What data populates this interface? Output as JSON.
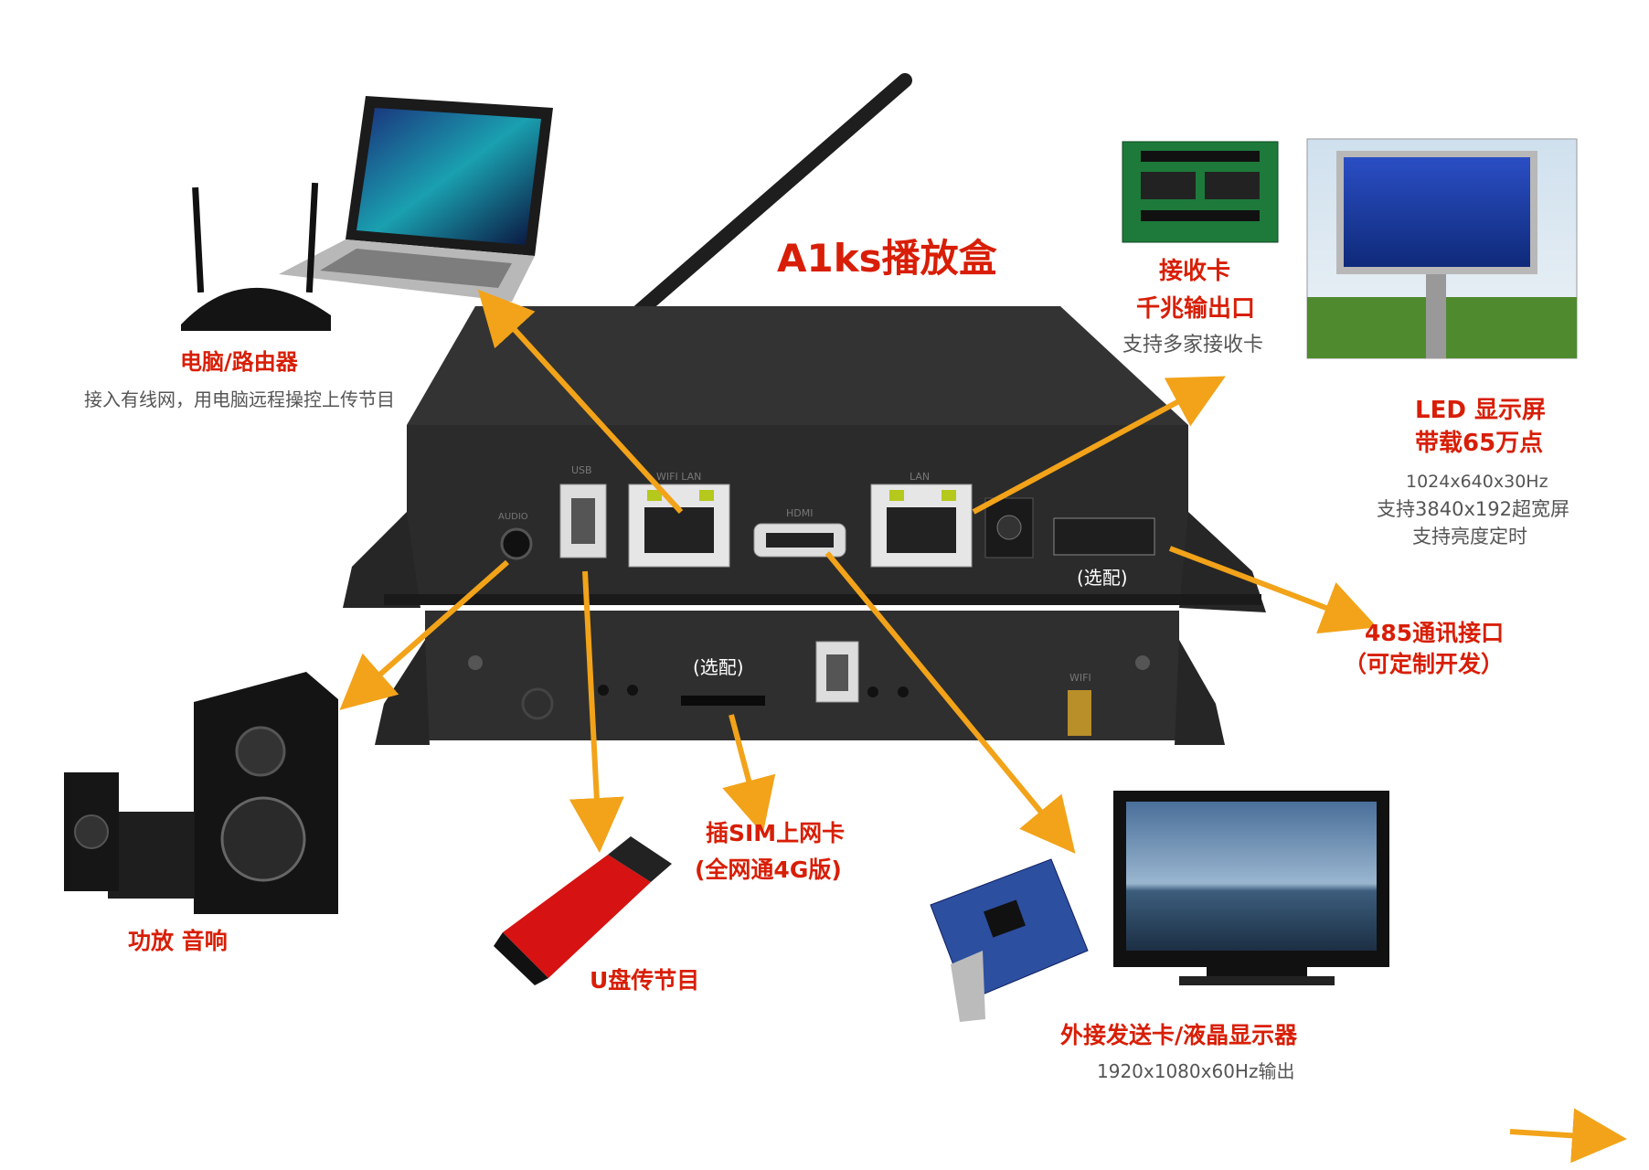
{
  "title": "A1ks播放盒",
  "device_top": {
    "usb_label": "USB",
    "lan1_label": "WIFI LAN",
    "hdmi_label": "HDMI",
    "lan2_label": "LAN",
    "audio_label": "AUDIO",
    "optional_label": "(选配)"
  },
  "device_bottom": {
    "sim_optional_label": "(选配)",
    "wifi_label": "WIFI"
  },
  "computer": {
    "title": "电脑/路由器",
    "desc": "接入有线网，用电脑远程操控上传节目"
  },
  "receiver": {
    "line1": "接收卡",
    "line2": "千兆输出口",
    "desc": "支持多家接收卡"
  },
  "led": {
    "line1": "LED 显示屏",
    "line2": "带载65万点",
    "desc1": "1024x640x30Hz",
    "desc2": "支持3840x192超宽屏",
    "desc3": "支持亮度定时"
  },
  "rs485": {
    "line1": "485通讯接口",
    "line2": "（可定制开发）"
  },
  "audio": {
    "title": "功放 音响"
  },
  "usb": {
    "title": "U盘传节目"
  },
  "sim": {
    "line1": "插SIM上网卡",
    "line2": "(全网通4G版)"
  },
  "sender": {
    "title": "外接发送卡/液晶显示器",
    "desc": "1920x1080x60Hz输出"
  },
  "colors": {
    "arrow": "#f2a319",
    "label_red": "#d81e06",
    "device": "#2b2b2b"
  }
}
